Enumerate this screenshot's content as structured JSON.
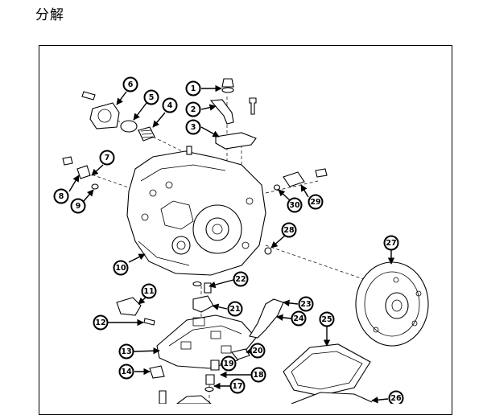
{
  "heading": "分解",
  "callouts": [
    {
      "id": "callout-1",
      "label": "1"
    },
    {
      "id": "callout-2",
      "label": "2"
    },
    {
      "id": "callout-3",
      "label": "3"
    },
    {
      "id": "callout-4",
      "label": "4"
    },
    {
      "id": "callout-5",
      "label": "5"
    },
    {
      "id": "callout-6",
      "label": "6"
    },
    {
      "id": "callout-7",
      "label": "7"
    },
    {
      "id": "callout-8",
      "label": "8"
    },
    {
      "id": "callout-9",
      "label": "9"
    },
    {
      "id": "callout-10",
      "label": "10"
    },
    {
      "id": "callout-11",
      "label": "11"
    },
    {
      "id": "callout-12",
      "label": "12"
    },
    {
      "id": "callout-13",
      "label": "13"
    },
    {
      "id": "callout-14",
      "label": "14"
    },
    {
      "id": "callout-17",
      "label": "17"
    },
    {
      "id": "callout-18",
      "label": "18"
    },
    {
      "id": "callout-19",
      "label": "19"
    },
    {
      "id": "callout-20",
      "label": "20"
    },
    {
      "id": "callout-21",
      "label": "21"
    },
    {
      "id": "callout-22",
      "label": "22"
    },
    {
      "id": "callout-23",
      "label": "23"
    },
    {
      "id": "callout-24",
      "label": "24"
    },
    {
      "id": "callout-25",
      "label": "25"
    },
    {
      "id": "callout-26",
      "label": "26"
    },
    {
      "id": "callout-27",
      "label": "27"
    },
    {
      "id": "callout-28",
      "label": "28"
    },
    {
      "id": "callout-29",
      "label": "29"
    },
    {
      "id": "callout-30",
      "label": "30"
    }
  ]
}
